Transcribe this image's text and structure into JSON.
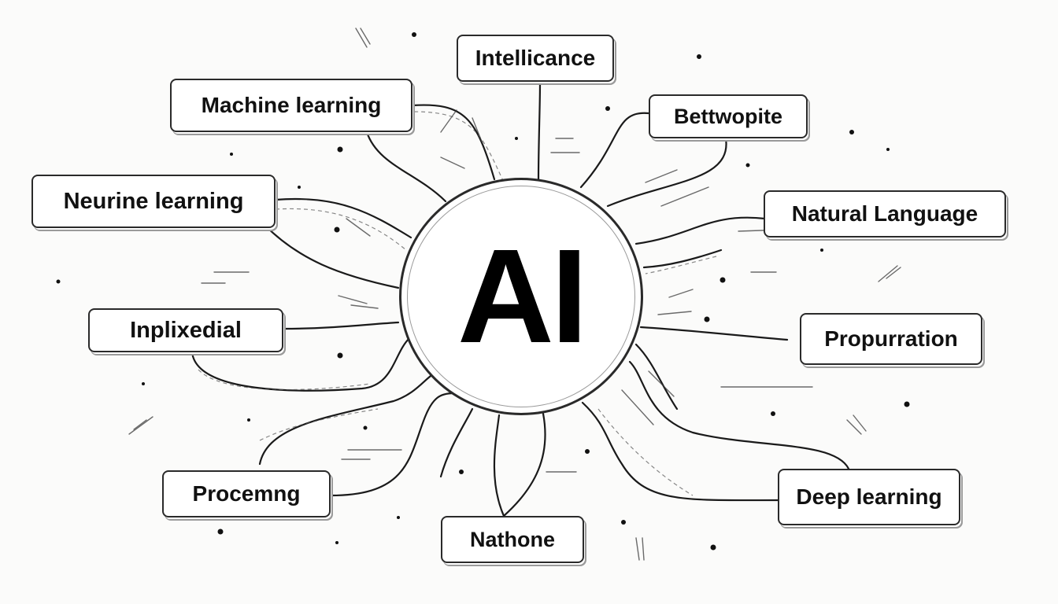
{
  "center": {
    "label": "AI"
  },
  "nodes": [
    {
      "id": "intellicance",
      "label": "Intellicance"
    },
    {
      "id": "machine-learning",
      "label": "Machine learning"
    },
    {
      "id": "bettwopite",
      "label": "Bettwopite"
    },
    {
      "id": "neurine-learning",
      "label": "Neurine learning"
    },
    {
      "id": "natural-language",
      "label": "Natural Language"
    },
    {
      "id": "inplixedial",
      "label": "Inplixedial"
    },
    {
      "id": "propurration",
      "label": "Propurration"
    },
    {
      "id": "procemng",
      "label": "Procemng"
    },
    {
      "id": "nathone",
      "label": "Nathone"
    },
    {
      "id": "deep-learning",
      "label": "Deep learning"
    }
  ]
}
